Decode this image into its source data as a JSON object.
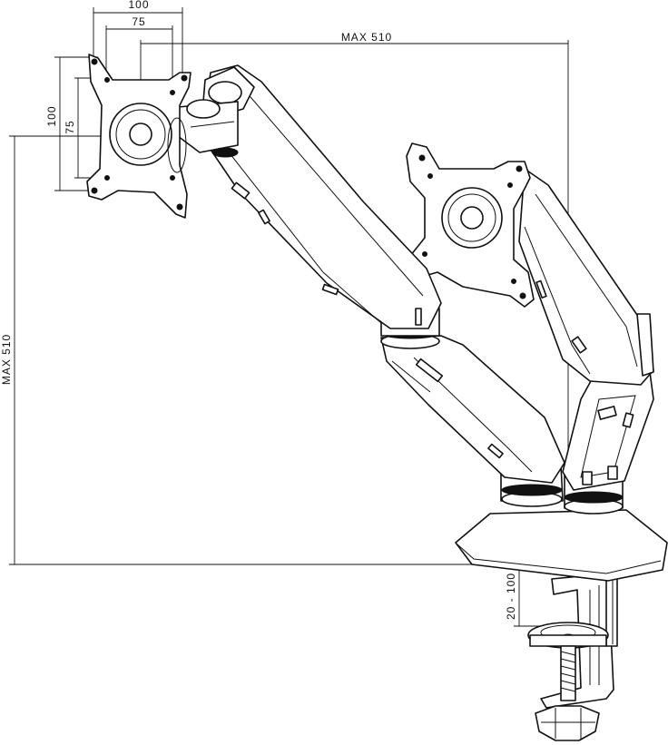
{
  "dimensions": {
    "vesa_width_outer": "100",
    "vesa_width_inner": "75",
    "vesa_height_outer": "100",
    "vesa_height_inner": "75",
    "max_reach": "MAX 510",
    "max_height": "MAX 510",
    "clamp_range": "20 - 100"
  }
}
